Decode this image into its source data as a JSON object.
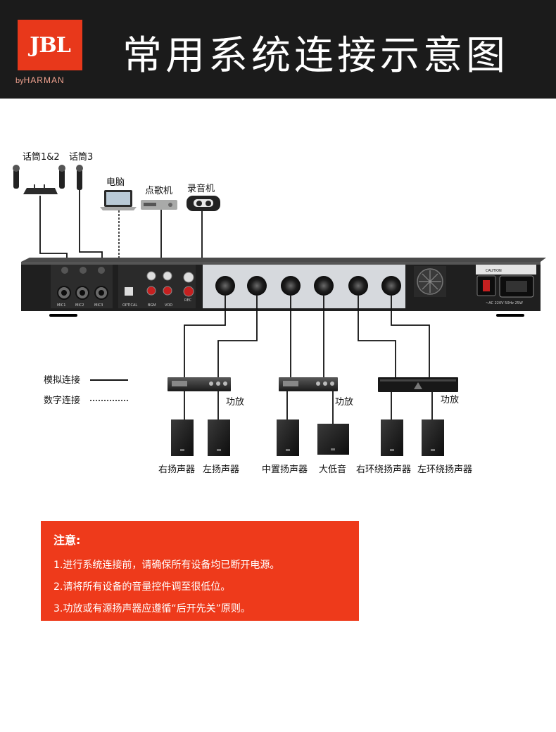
{
  "header": {
    "logo_text": "JBL",
    "logo_by": "by",
    "logo_brand": "HARMAN",
    "title": "常用系统连接示意图"
  },
  "sources": {
    "mic_pair": "话筒1&2",
    "mic_single": "话筒3",
    "computer": "电脑",
    "karaoke": "点歌机",
    "recorder": "录音机"
  },
  "panel_labels": {
    "mic1": "MIC1",
    "mic2": "MIC2",
    "mic3": "MIC3",
    "optical": "OPTICAL",
    "bgm": "BGM",
    "vod": "VOD",
    "rec": "REC",
    "caution": "CAUTION",
    "power_rating": "~AC 220V 50Hz 25W"
  },
  "legend": {
    "analog": "模拟连接",
    "digital": "数字连接"
  },
  "amp_label": "功放",
  "speakers": [
    "右扬声器",
    "左扬声器",
    "中置扬声器",
    "大低音",
    "右环绕扬声器",
    "左环绕扬声器"
  ],
  "notice": {
    "title": "注意:",
    "lines": [
      "1.进行系统连接前，请确保所有设备均已断开电源。",
      "2.请将所有设备的音量控件调至很低位。",
      "3.功放或有源扬声器应遵循“后开先关”原则。"
    ]
  },
  "colors": {
    "header_bg": "#1b1b1b",
    "logo_red": "#e8381b",
    "notice_red": "#ee3a1b"
  }
}
